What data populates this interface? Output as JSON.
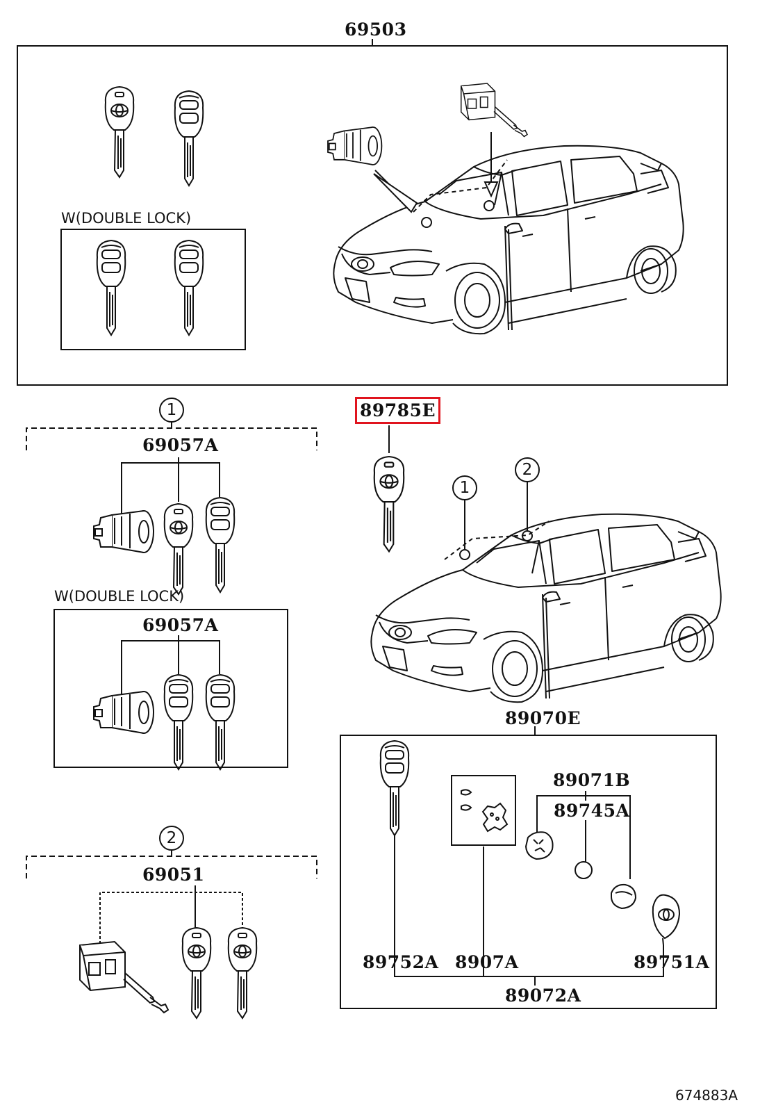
{
  "labels": {
    "p69503": "69503",
    "note_double_lock_top": "W(DOUBLE LOCK)",
    "callout1_left": "1",
    "p69057a_1": "69057A",
    "note_double_lock_mid": "W(DOUBLE LOCK)",
    "p69057a_2": "69057A",
    "callout2_left": "2",
    "p69051": "69051",
    "p89785e": "89785E",
    "callout1_car": "1",
    "callout2_car": "2",
    "p89070e": "89070E",
    "p89071b": "89071B",
    "p89745a": "89745A",
    "p89752a": "89752A",
    "p8907a": "8907A",
    "p89751a": "89751A",
    "p89072a": "89072A",
    "diagram_id": "674883A"
  },
  "highlight": {
    "part": "89785E",
    "color": "#e0141e"
  }
}
